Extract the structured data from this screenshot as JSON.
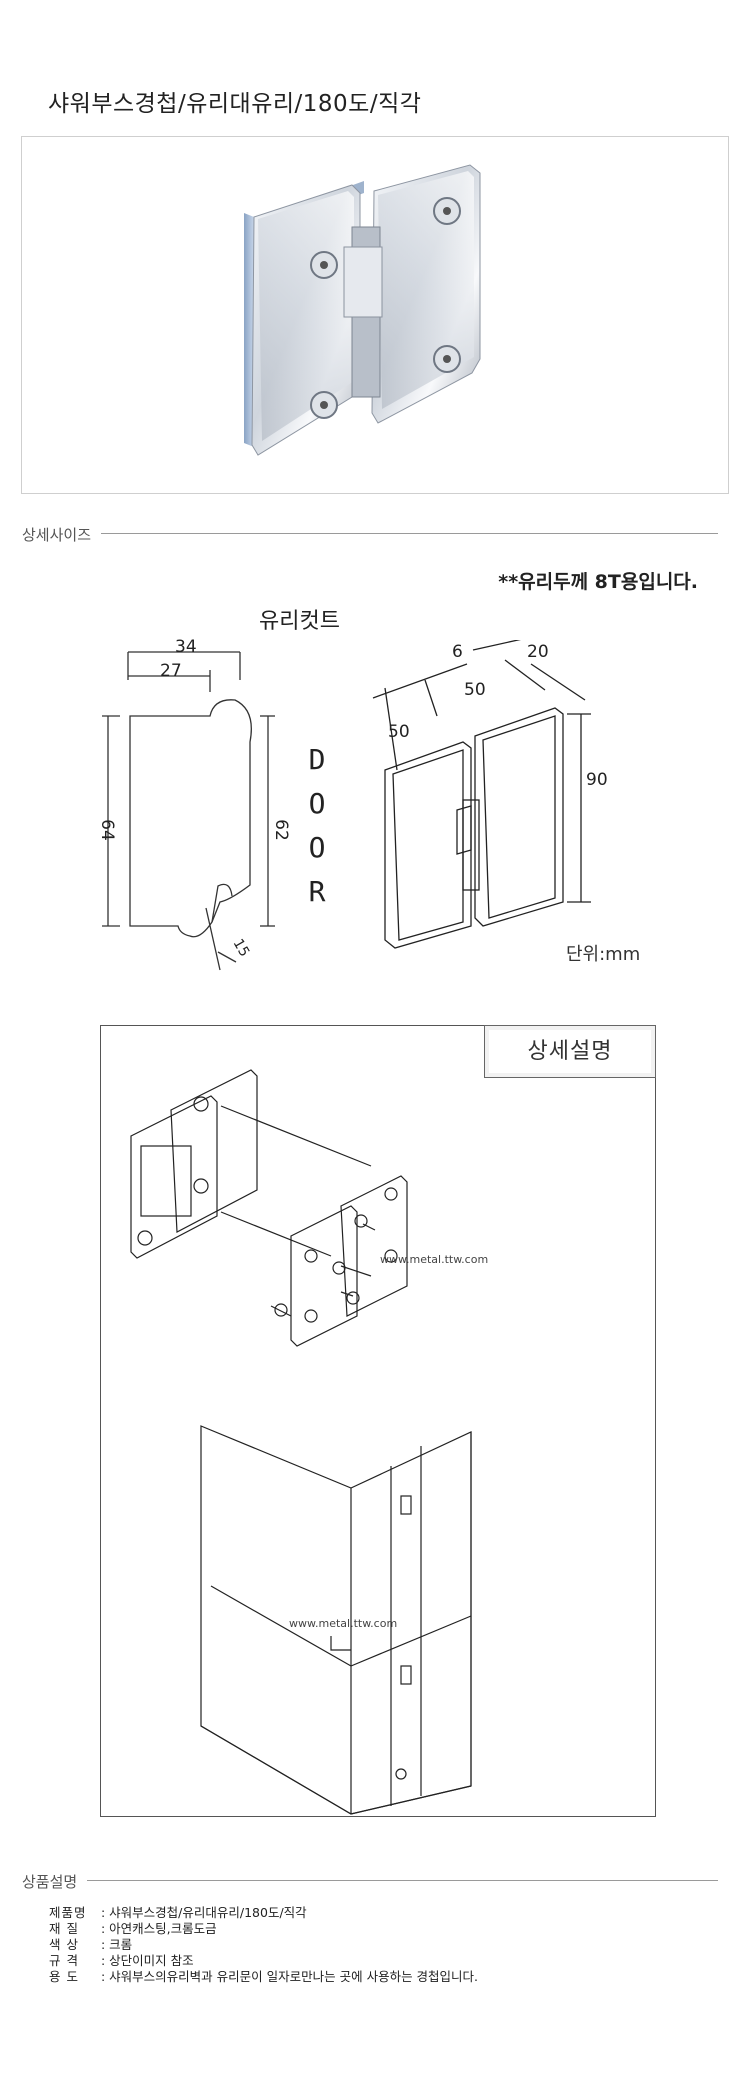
{
  "product": {
    "title": "샤워부스경첩/유리대유리/180도/직각"
  },
  "sections": {
    "detail_size": "상세사이즈",
    "product_desc": "상품설명"
  },
  "size": {
    "note": "**유리두께 8T용입니다.",
    "cut_title": "유리컷트",
    "door_letters": [
      "D",
      "O",
      "O",
      "R"
    ],
    "unit": "단위:mm",
    "dims": {
      "d34": "34",
      "d27": "27",
      "d64": "64",
      "d62": "62",
      "d15": "15",
      "d6": "6",
      "d20": "20",
      "d50a": "50",
      "d50b": "50",
      "d90": "90"
    }
  },
  "detail": {
    "badge": "상세설명",
    "watermark": "www.metal.ttw.com"
  },
  "info": {
    "rows": [
      {
        "key": "제품명",
        "value": ": 샤워부스경첩/유리대유리/180도/직각"
      },
      {
        "key": "재  질",
        "value": ": 아연캐스팅,크롬도금"
      },
      {
        "key": "색  상",
        "value": ": 크롬"
      },
      {
        "key": "규  격",
        "value": ": 상단이미지 참조"
      },
      {
        "key": "용  도",
        "value": ": 샤워부스의유리벽과 유리문이 일자로만나는 곳에 사용하는 경첩입니다."
      }
    ]
  },
  "colors": {
    "chrome": "#c9ced6",
    "line": "#9a9a9a"
  }
}
